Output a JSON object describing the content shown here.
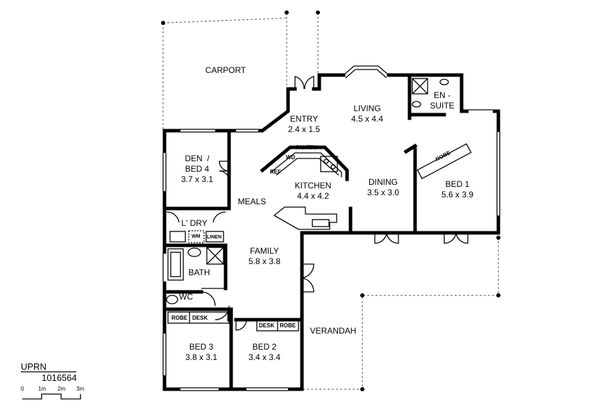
{
  "plan": {
    "rooms": [
      {
        "id": "carport",
        "name": "CARPORT",
        "size": ""
      },
      {
        "id": "entry",
        "name": "ENTRY",
        "size": "2.4 x 1.5"
      },
      {
        "id": "living",
        "name": "LIVING",
        "size": "4.5 x 4.4"
      },
      {
        "id": "ensuite",
        "name": "EN -\nSUITE",
        "size": ""
      },
      {
        "id": "den",
        "name": "DEN  /\nBED 4",
        "size": "3.7 x 3.1"
      },
      {
        "id": "kitchen",
        "name": "KITCHEN",
        "size": "4.4 x 4.2"
      },
      {
        "id": "dining",
        "name": "DINING",
        "size": "3.5 x 3.0"
      },
      {
        "id": "bed1",
        "name": "BED  1",
        "size": "5.6 x 3.9"
      },
      {
        "id": "meals",
        "name": "MEALS",
        "size": ""
      },
      {
        "id": "laundry",
        "name": "L'  DRY",
        "size": ""
      },
      {
        "id": "family",
        "name": "FAMILY",
        "size": "5.8 x 3.8"
      },
      {
        "id": "bath",
        "name": "BATH",
        "size": ""
      },
      {
        "id": "wc",
        "name": "WC",
        "size": ""
      },
      {
        "id": "bed3",
        "name": "BED  3",
        "size": "3.8 x 3.1"
      },
      {
        "id": "bed2",
        "name": "BED  2",
        "size": "3.4 x 3.4"
      },
      {
        "id": "verandah",
        "name": "VERANDAH",
        "size": ""
      }
    ],
    "fixtures": {
      "pantry": "PANTRY",
      "wd": "WD",
      "ref": "REF",
      "wm": "WM",
      "linen": "LINEN",
      "robe1": "ROBE",
      "robe3": "ROBE",
      "desk3": "DESK",
      "desk2": "DESK",
      "robe2": "ROBE"
    }
  },
  "legend": {
    "uprn_label": "UPRN",
    "uprn_value": "1016564",
    "scale_ticks": [
      "0",
      "1m",
      "2m",
      "3m"
    ]
  }
}
